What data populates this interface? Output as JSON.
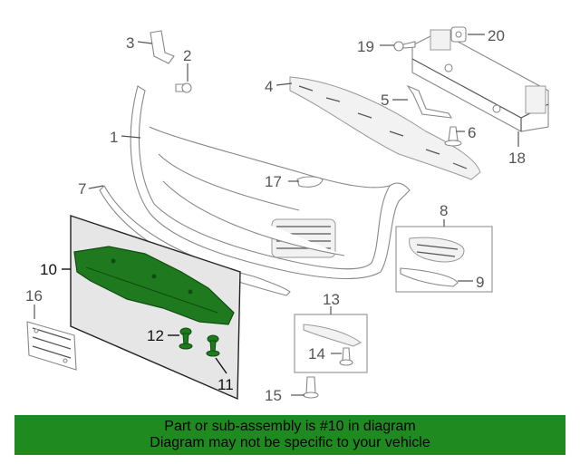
{
  "callouts": {
    "c1": "1",
    "c2": "2",
    "c3": "3",
    "c4": "4",
    "c5": "5",
    "c6": "6",
    "c7": "7",
    "c8": "8",
    "c9": "9",
    "c10": "10",
    "c11": "11",
    "c12": "12",
    "c13": "13",
    "c14": "14",
    "c15": "15",
    "c16": "16",
    "c17": "17",
    "c18": "18",
    "c19": "19",
    "c20": "20"
  },
  "colors": {
    "highlight_part": "#1f7a1f",
    "banner": "#1f8a1f"
  },
  "banner": {
    "line1": "Part or sub-assembly is #10 in diagram",
    "line2": "Diagram may not be specific to your vehicle"
  }
}
